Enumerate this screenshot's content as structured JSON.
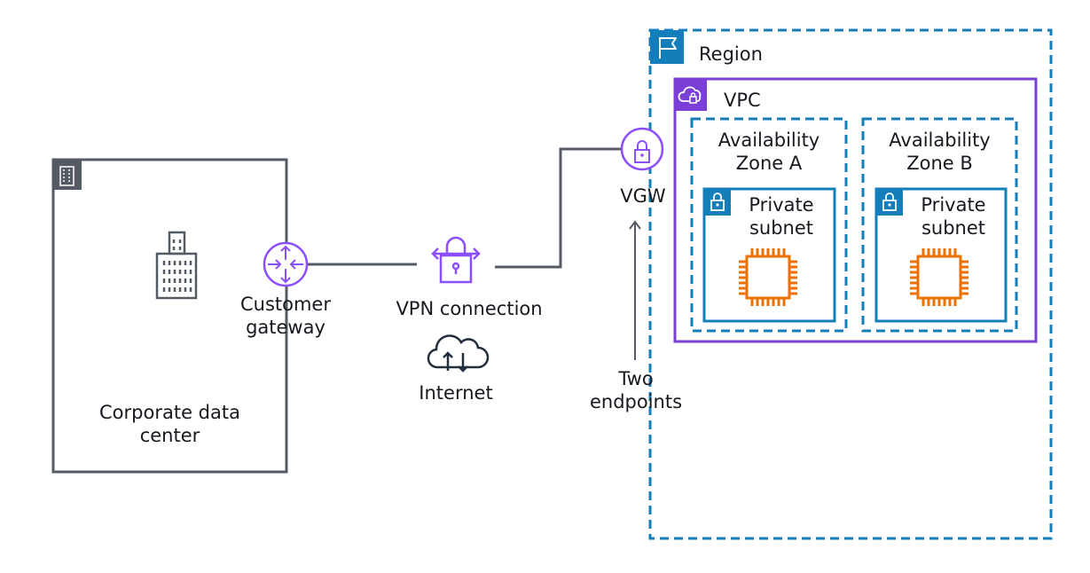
{
  "colors": {
    "region": "#147eba",
    "vpc": "#8c4fff",
    "corporate": "#545b64",
    "subnet": "#147eba",
    "compute": "#ed7100",
    "gateway": "#8c4fff",
    "line": "#545b64"
  },
  "region": {
    "label": "Region",
    "icon": "flag-icon"
  },
  "vpc": {
    "label": "VPC",
    "icon": "vpc-cloud-lock-icon"
  },
  "zones": [
    {
      "line1": "Availability",
      "line2": "Zone A",
      "subnet_line1": "Private",
      "subnet_line2": "subnet"
    },
    {
      "line1": "Availability",
      "line2": "Zone B",
      "subnet_line1": "Private",
      "subnet_line2": "subnet"
    }
  ],
  "corporate": {
    "line1": "Corporate data",
    "line2": "center",
    "icon": "building-icon"
  },
  "customer_gateway": {
    "line1": "Customer",
    "line2": "gateway",
    "icon": "router-icon"
  },
  "vpn": {
    "label": "VPN connection",
    "icon": "vpn-lock-icon"
  },
  "internet": {
    "label": "Internet",
    "icon": "cloud-internet-icon"
  },
  "vgw": {
    "label": "VGW",
    "icon": "vgw-lock-icon"
  },
  "endpoints": {
    "line1": "Two",
    "line2": "endpoints"
  }
}
